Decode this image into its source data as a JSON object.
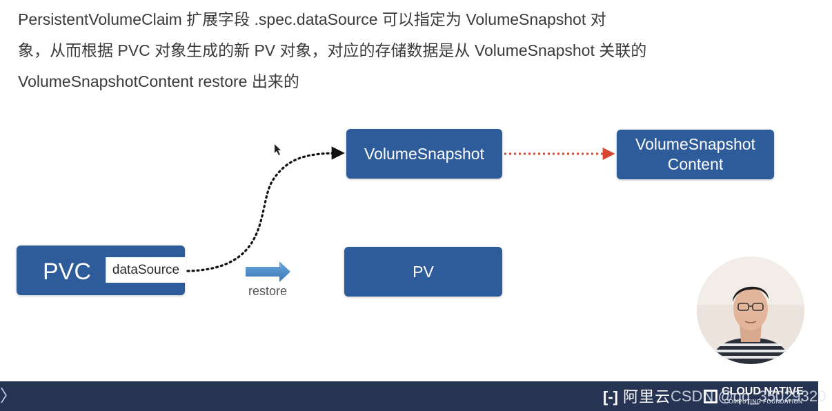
{
  "description": {
    "lines": [
      "PersistentVolumeClaim 扩展字段 .spec.dataSource 可以指定为 VolumeSnapshot 对",
      "象，从而根据 PVC 对象生成的新 PV 对象，对应的存储数据是从 VolumeSnapshot 关联的",
      "VolumeSnapshotContent restore 出来的"
    ]
  },
  "diagram": {
    "volume_snapshot": "VolumeSnapshot",
    "volume_snapshot_content": [
      "VolumeSnapshot",
      "Content"
    ],
    "pv": "PV",
    "pvc": "PVC",
    "data_source": "dataSource",
    "restore": "restore",
    "colors": {
      "box_fill": "#2e5c9a",
      "dotted_link": "#111111",
      "red_link": "#d9452e",
      "restore_arrow": "#4a8ac8"
    }
  },
  "footer": {
    "chevron": "〉",
    "brand": "阿里云",
    "brand_bracket": "[-]",
    "cncf_name": "CLOUD NATIVE",
    "cncf_sub": "COMPUTING FOUNDATION"
  },
  "watermark": "CSDN @qq_35029320"
}
